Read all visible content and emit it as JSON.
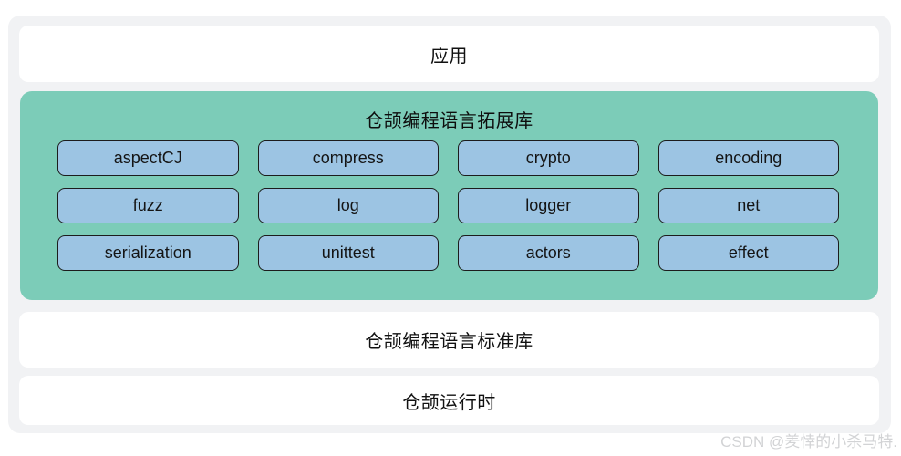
{
  "diagram": {
    "layers": {
      "app": {
        "label": "应用"
      },
      "extension": {
        "title": "仓颉编程语言拓展库",
        "modules": [
          "aspectCJ",
          "compress",
          "crypto",
          "encoding",
          "fuzz",
          "log",
          "logger",
          "net",
          "serialization",
          "unittest",
          "actors",
          "effect"
        ]
      },
      "stdlib": {
        "label": "仓颉编程语言标准库"
      },
      "runtime": {
        "label": "仓颉运行时"
      }
    },
    "colors": {
      "extension_bg": "#7cccb8",
      "module_bg": "#9cc4e3",
      "module_border": "#1c1c1c",
      "container_bg": "#f1f2f4",
      "layer_bg": "#ffffff"
    }
  },
  "watermark": {
    "text": "CSDN @羑悻的小杀马特."
  }
}
